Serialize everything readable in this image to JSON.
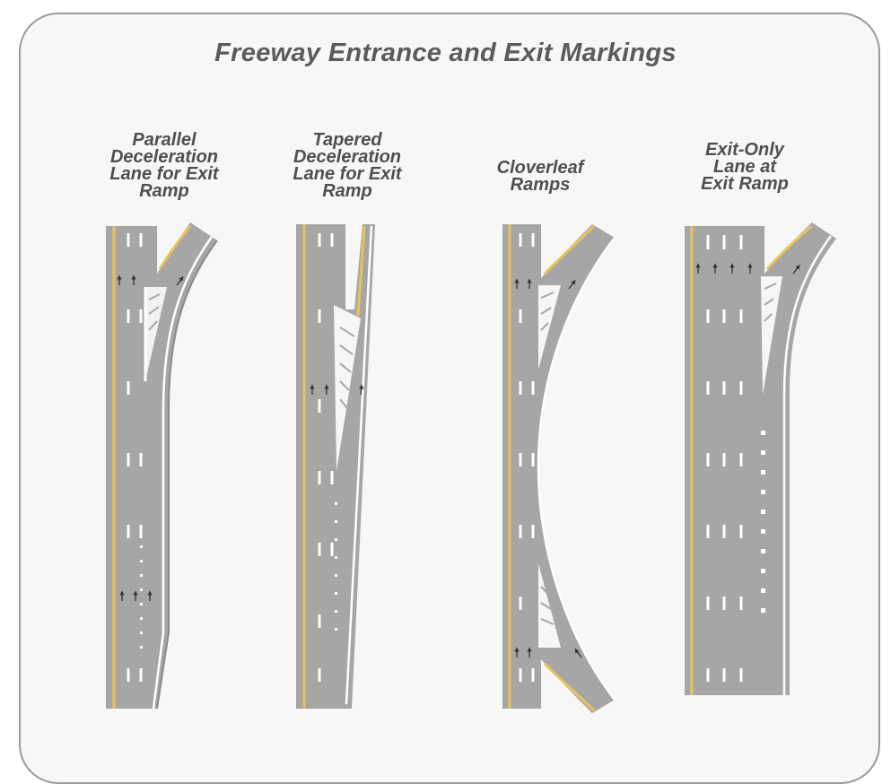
{
  "title": "Freeway Entrance and Exit Markings",
  "panels": [
    {
      "caption": "Parallel\nDeceleration\nLane for Exit\nRamp"
    },
    {
      "caption": "Tapered\nDeceleration\nLane for Exit\nRamp"
    },
    {
      "caption": "Cloverleaf\nRamps"
    },
    {
      "caption": "Exit-Only\nLane at\nExit Ramp"
    }
  ],
  "colors": {
    "pavement": "#a6a6a6",
    "edge_yellow": "#e8c35a",
    "marking_white": "#ffffff",
    "arrow": "#333333",
    "frame": "#9a9a9a",
    "text": "#555555"
  }
}
